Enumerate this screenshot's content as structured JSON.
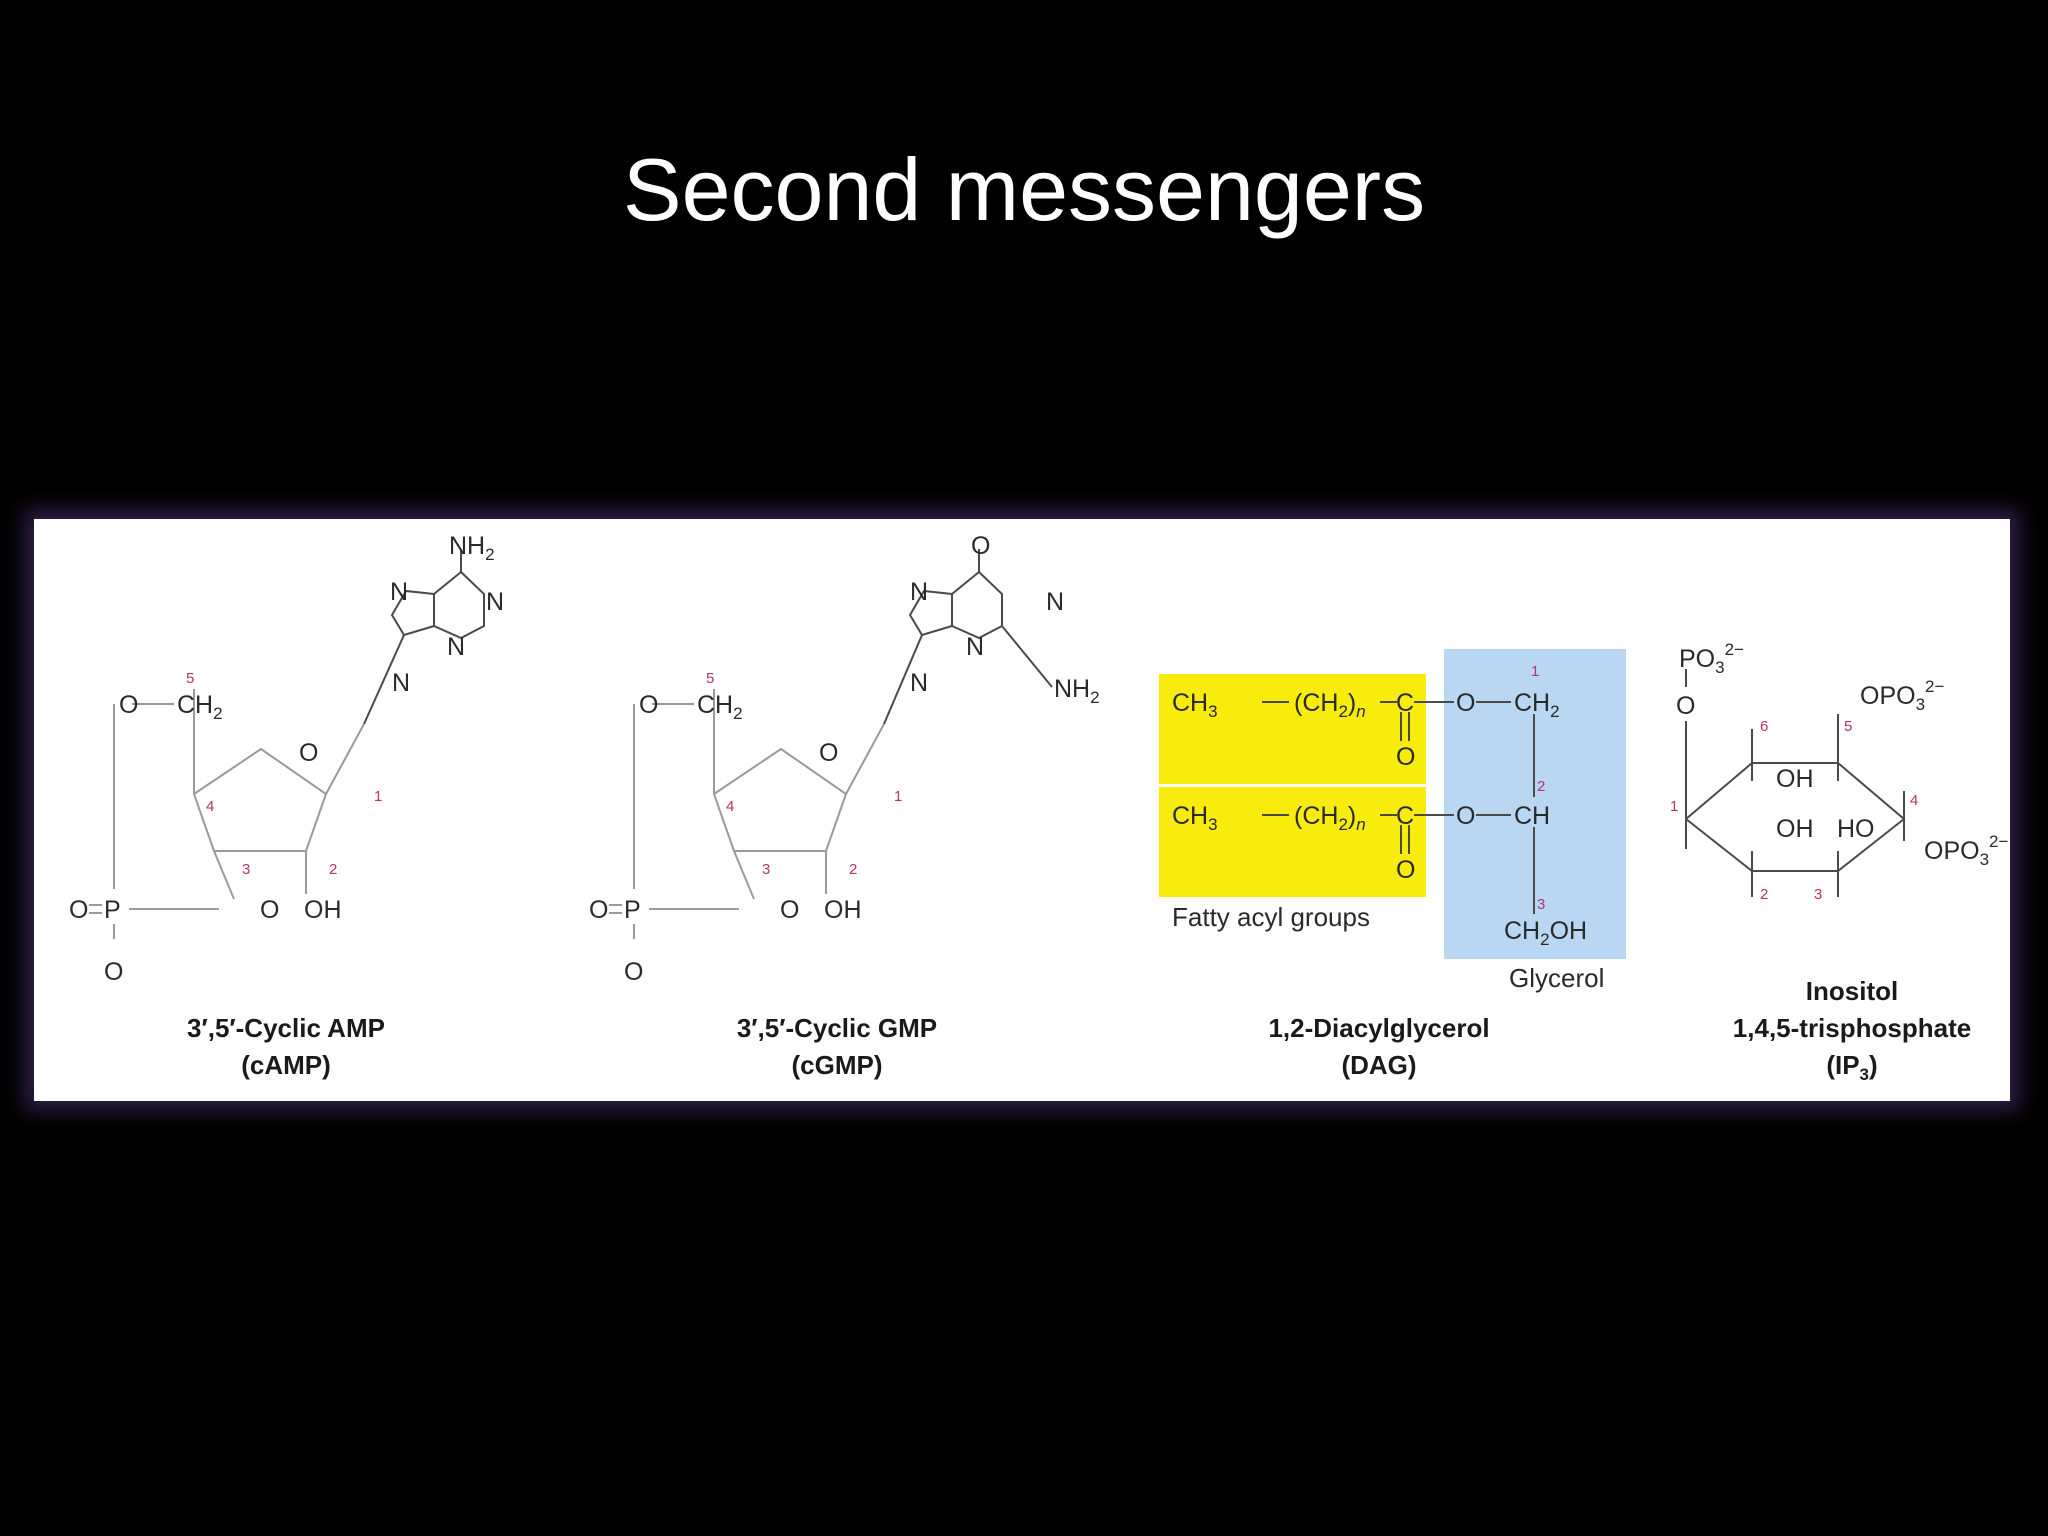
{
  "title": "Second messengers",
  "colors": {
    "background": "#000000",
    "panel": "#ffffff",
    "panel_glow": "#2c1d44",
    "fatty_acyl_highlight": "#f7ec0c",
    "glycerol_highlight": "#b9d6f2",
    "locant_color": "#b5336a"
  },
  "atoms": {
    "O": "O",
    "N": "N",
    "P": "P",
    "C": "C",
    "H": "H",
    "NH": "NH",
    "OH": "OH",
    "HO": "HO",
    "CH": "CH",
    "CH2": "CH",
    "two": "2",
    "three": "3",
    "n": "n",
    "minus": "−",
    "charge2": "2−",
    "PO": "PO",
    "OPO": "OPO"
  },
  "locants": {
    "one": "1",
    "two": "2",
    "three": "3",
    "four": "4",
    "five": "5",
    "six": "6"
  },
  "molecules": [
    {
      "name": "3′,5′-Cyclic AMP",
      "abbr": "(cAMP)"
    },
    {
      "name": "3′,5′-Cyclic GMP",
      "abbr": "(cGMP)"
    },
    {
      "name": "1,2-Diacylglycerol",
      "abbr": "(DAG)"
    },
    {
      "name": "Inositol",
      "name2": "1,4,5-trisphosphate",
      "abbr_prefix": "(IP",
      "abbr_sub": "3",
      "abbr_suffix": ")"
    }
  ],
  "dag_labels": {
    "fatty_acyl": "Fatty acyl groups",
    "glycerol": "Glycerol"
  }
}
